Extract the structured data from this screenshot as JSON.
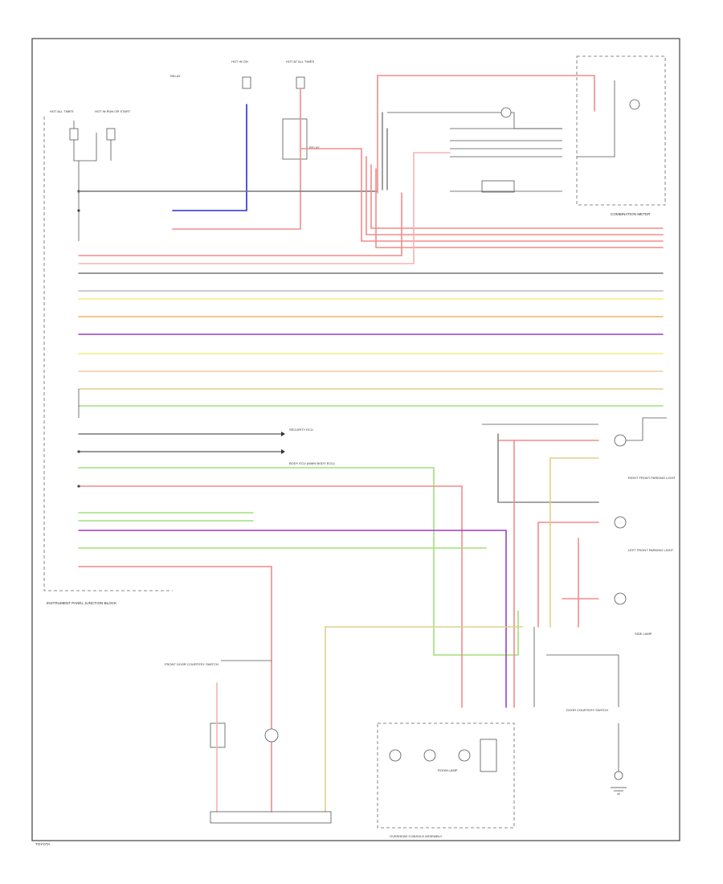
{
  "colors": {
    "red": "#f28b8b",
    "blue": "#2b2bd9",
    "black": "#555555",
    "gray": "#9a9a9a",
    "yellow": "#f2ee7a",
    "orange": "#f4b06a",
    "violet": "#9b3fbf",
    "ltgreen": "#9fe07a",
    "pink": "#f7b3b3",
    "tan": "#e2cf8a",
    "ltorange": "#f6c9a0"
  },
  "labels": {
    "fuse_left": "HOT ALL TIMES",
    "fuse_left2": "HOT IN RUN OR START",
    "fuse_top1": "HOT IN ON",
    "fuse_top2": "HOT AT ALL TIMES",
    "relay": "RELAY",
    "combination_meter": "COMBINATION METER",
    "security_ecu": "SECURITY ECU",
    "right_headlamp": "RIGHT FRONT PARKING LIGHT",
    "left_headlamp": "LEFT FRONT PARKING LIGHT",
    "side_lamp": "SIDE LAMP",
    "body_ecu": "BODY ECU (MAIN BODY ECU)",
    "junction_block": "INSTRUMENT PANEL JUNCTION BLOCK",
    "overhead_console": "OVERHEAD CONSOLE ASSEMBLY",
    "room_lamp": "ROOM LAMP",
    "door_switch": "DOOR COURTESY SWITCH",
    "front_left_switch": "FRONT DOOR COURTESY SWITCH",
    "footer": "TOYOTA"
  }
}
